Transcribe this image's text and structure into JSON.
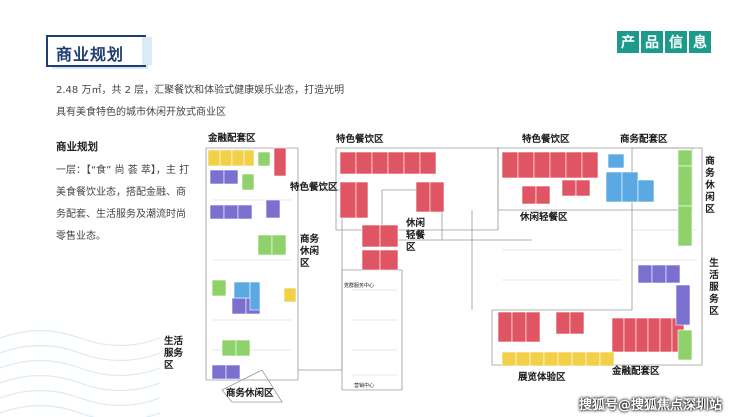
{
  "header": {
    "title": "商业规划",
    "tags": [
      "产",
      "品",
      "信",
      "息"
    ]
  },
  "intro": {
    "line1": "2.48 万㎡，共 2 层，汇聚餐饮和体验式健康娱乐业态，打造光明",
    "line2": "具有美食特色的城市休闲开放式商业区"
  },
  "side": {
    "title": "商业规划",
    "body": "一层：【“食” 尚 荟 萃】，主 打 美食餐饮业态，搭配金融、商 务配套、生活服务及潮流时尚 零售业态。"
  },
  "plan": {
    "labels": {
      "finance_top": "金融配套区",
      "special_dining_left": "特色餐饮区",
      "special_dining_mid": "特色餐饮区",
      "special_dining_right": "特色餐饮区",
      "business_support": "商务配套区",
      "business_leisure_right": "商务休闲区",
      "casual_dining_mid": "休闲轻餐区",
      "casual_dining_right": "休闲轻餐区",
      "business_leisure_mid": "商务休闲区",
      "life_service_right": "生活服务区",
      "life_service_left": "生活服务区",
      "business_leisure_bottom": "商务休闲区",
      "exhibition": "展览体验区",
      "finance_bottom": "金融配套区",
      "inner_top": "党群服务中心",
      "inner_bottom": "营销中心"
    }
  },
  "colors": {
    "navy": "#1f3f72",
    "teal": "#1c9b8d",
    "red": "#e05563",
    "yellow": "#f2d048",
    "purple": "#7b6fd0",
    "green": "#8fd16a",
    "blue": "#5aa9e3",
    "gray": "#b9b9b9"
  },
  "watermark": "搜狐号@搜狐焦点深圳站"
}
